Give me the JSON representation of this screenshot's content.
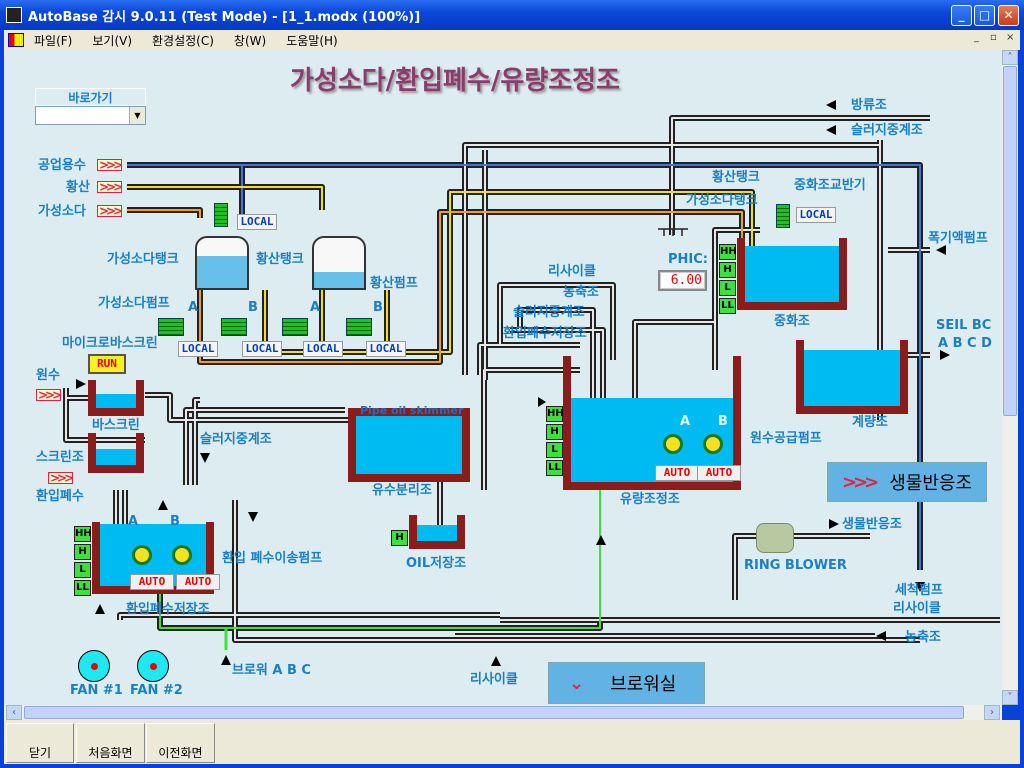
{
  "window": {
    "title": "AutoBase 감시 9.0.11 (Test Mode) - [1_1.modx (100%)]",
    "minimize": "_",
    "maximize": "□",
    "close": "✕"
  },
  "menu": [
    "파일(F)",
    "보기(V)",
    "환경설정(C)",
    "창(W)",
    "도움말(H)"
  ],
  "mdi_controls": [
    "_",
    "▫",
    "×"
  ],
  "page_title": "가성소다/환입폐수/유량조정조",
  "goto": {
    "label": "바로가기",
    "value": ""
  },
  "inputs": {
    "industrial_water": "공업용수",
    "sulfuric_acid": "황산",
    "caustic_soda": "가성소다",
    "raw_water": "원수",
    "return_wastewater": "환입폐수"
  },
  "labels": {
    "caustic_tank": "가성소다탱크",
    "acid_tank": "황산탱크",
    "acid_pump": "황산펌프",
    "caustic_pump": "가성소다펌프",
    "micro_screen": "마이크로바스크린",
    "bar_screen": "바스크린",
    "screen_tank": "스크린조",
    "sludge_relay": "슬러지중계조",
    "pipe_oil_skimmer": "Pipe oil skimmer",
    "oil_separator": "유수분리조",
    "return_transfer_pump": "환입 폐수이송펌프",
    "oil_storage": "OIL저장조",
    "return_storage": "환입폐수저장조",
    "blower_abc": "브로워 A B C",
    "fan1": "FAN #1",
    "fan2": "FAN #2",
    "recycle_bottom": "리사이클",
    "discharge": "방류조",
    "sludge_relay_r": "슬러지중계조",
    "acid_tank_r": "황산탱크",
    "neutral_agitator": "중화조교반기",
    "caustic_tank_r": "가성소다탱크",
    "aeration_pump": "폭기액펌프",
    "phic": "PHIC:",
    "recycle": "리사이클",
    "thickener": "농축조",
    "sludge_relay_m": "슬러지중계조",
    "return_storage_m": "환입폐수저장조",
    "neutral_tank": "중화조",
    "seil_bc": "SEIL BC",
    "seil_abcd": "A B C D",
    "metering_tank": "계량조",
    "raw_supply_pump": "원수공급펌프",
    "equalization_tank": "유량조정조",
    "bio_reactor": "생물반응조",
    "ring_blower": "RING BLOWER",
    "wash_pump": "세척펌프",
    "wash_recycle": "리사이클",
    "thickener_r": "농축조",
    "pump_a": "A",
    "pump_b": "B"
  },
  "phic_value": "6.00",
  "run_status": "RUN",
  "local": "LOCAL",
  "auto": "AUTO",
  "levels": [
    "HH",
    "H",
    "L",
    "LL"
  ],
  "level_h": "H",
  "nav_buttons": {
    "bio_reactor": "생물반응조",
    "blower_room": "브로워실"
  },
  "bottom_buttons": [
    "닫기",
    "처음화면",
    "이전화면"
  ],
  "colors": {
    "water": "#00baf2",
    "brick": "#8a1c1c",
    "label": "#1a7fc4",
    "title": "#8a3c6e",
    "canvas": "#dcecf1"
  }
}
